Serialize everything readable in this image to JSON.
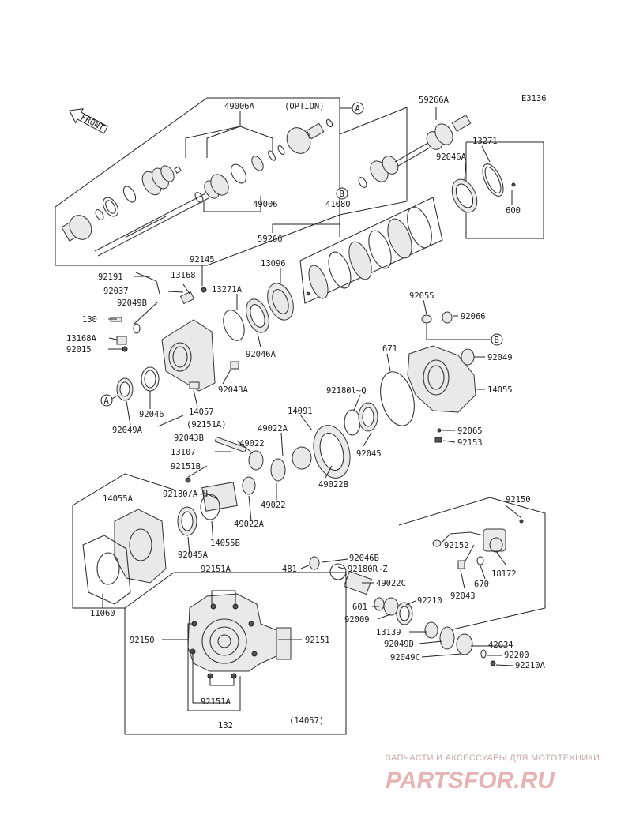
{
  "diagram_code": "E3136",
  "front_arrow_label": "FRONT",
  "refs": {
    "a": "A",
    "b": "B"
  },
  "option_label": "(OPTION)",
  "parts": {
    "p49006A": "49006A",
    "p59266A": "59266A",
    "p13271": "13271",
    "p92046A_top": "92046A",
    "p600": "600",
    "p49006": "49006",
    "p59266": "59266",
    "p41080": "41080",
    "p92191": "92191",
    "p92145": "92145",
    "p13096": "13096",
    "p13168": "13168",
    "p13271A": "13271A",
    "p92037": "92037",
    "p92049B": "92049B",
    "p130": "130",
    "p13168A": "13168A",
    "p92015": "92015",
    "p92046A_mid": "92046A",
    "p92055": "92055",
    "p92066": "92066",
    "p92049": "92049",
    "p671": "671",
    "p14055": "14055",
    "p92043A": "92043A",
    "p92046": "92046",
    "p14057": "14057",
    "p92049A": "92049A",
    "p92151A_paren": "(92151A)",
    "p92180Q": "92180l~Q",
    "p14091": "14091",
    "p49022A_top": "49022A",
    "p92043B": "92043B",
    "p49022_top": "49022",
    "p92065": "92065",
    "p92045": "92045",
    "p92153": "92153",
    "p13107": "13107",
    "p92151B": "92151B",
    "p49022B": "49022B",
    "p92180AH": "92180/A~H",
    "p49022_mid": "49022",
    "p14055A": "14055A",
    "p92150_r": "92150",
    "p49022A_low": "49022A",
    "p14055B": "14055B",
    "p92045A": "92045A",
    "p92152": "92152",
    "p11060": "11060",
    "p481": "481",
    "p92046B": "92046B",
    "p92180RZ": "92180R~Z",
    "p49022C": "49022C",
    "p670": "670",
    "p18172": "18172",
    "p92043_r": "92043",
    "p601": "601",
    "p92210": "92210",
    "p92009": "92009",
    "p13139": "13139",
    "p92049D": "92049D",
    "p42034": "42034",
    "p92049C": "92049C",
    "p92200": "92200",
    "p92210A": "92210A",
    "p92151A_inset": "92151A",
    "p92150_inset": "92150",
    "p92151_inset": "92151",
    "p92151A_inset_low": "92151A",
    "p132": "132",
    "p14057_paren": "(14057)"
  },
  "watermark": {
    "tagline": "ЗАПЧАСТИ И АКСЕССУАРЫ ДЛЯ МОТОТЕХНИКИ",
    "brand": "PARTSFOR.RU",
    "color": "#e6b4b4"
  }
}
